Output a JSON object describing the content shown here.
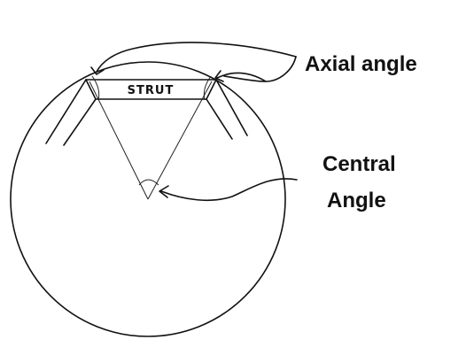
{
  "diagram": {
    "strut_label": "STRUT",
    "axial_label": "Axial angle",
    "central_label_line1": "Central",
    "central_label_line2": "Angle"
  },
  "colors": {
    "ink": "#111111",
    "background": "#ffffff"
  }
}
